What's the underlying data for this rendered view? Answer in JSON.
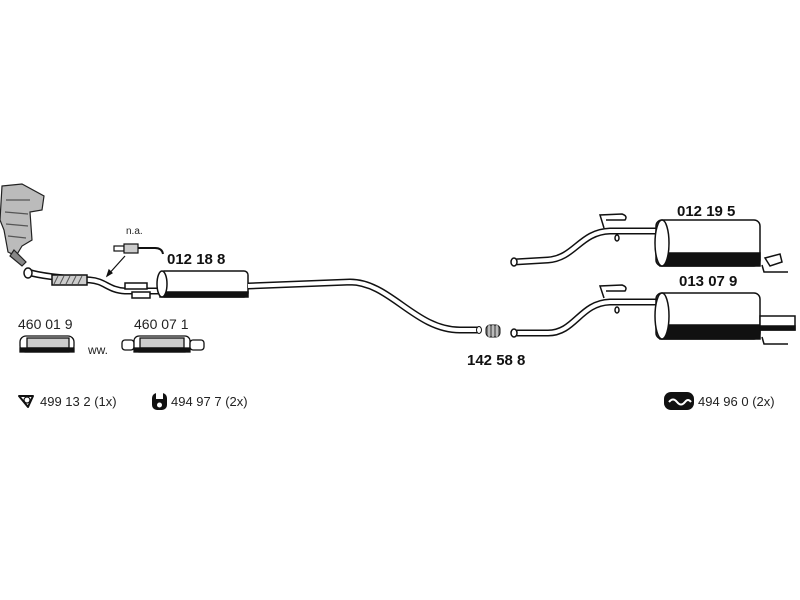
{
  "parts": {
    "front_muffler": "012 18 8",
    "clamp": "142 58 8",
    "rear_muffler_1": "012 19 5",
    "rear_muffler_2": "013 07 9",
    "flex_pipe_1": "460 01 9",
    "flex_pipe_2": "460 07 1",
    "alternative": "ww.",
    "sensor_note": "n.a."
  },
  "accessories": [
    {
      "icon": "gasket-ring-icon",
      "label": "499 13 2 (1x)"
    },
    {
      "icon": "rubber-hanger-icon",
      "label": "494 97 7 (2x)"
    },
    {
      "icon": "rubber-mount-icon",
      "label": "494 96 0 (2x)"
    }
  ]
}
